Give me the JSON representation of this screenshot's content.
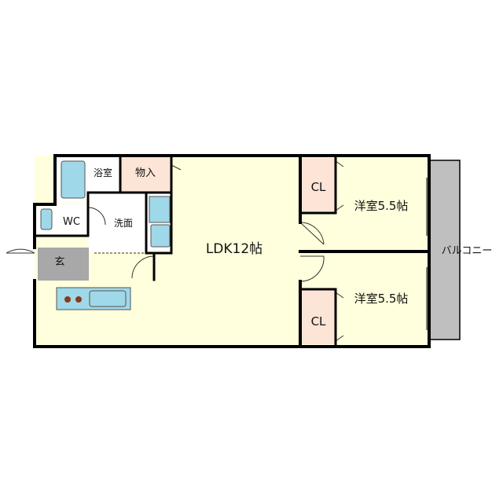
{
  "rooms": {
    "ldk": "LDK12帖",
    "western_room_top": "洋室5.5帖",
    "western_room_bottom": "洋室5.5帖",
    "closet_top": "CL",
    "closet_bottom": "CL",
    "bath": "浴室",
    "storage": "物入",
    "wc": "WC",
    "washroom": "洗面",
    "entrance": "玄",
    "balcony": "バルコニー"
  },
  "colors": {
    "floor": "#FFFFDD",
    "closet": "#FCE4D6",
    "fixture": "#9FD8E8",
    "entrance": "#A8A8A8",
    "balcony": "#BFBFBF",
    "wall": "#000000"
  }
}
